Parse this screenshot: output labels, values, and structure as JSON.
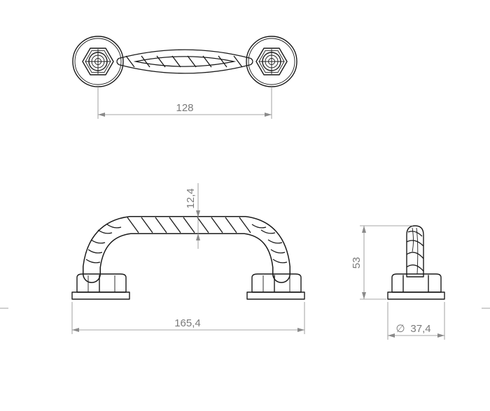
{
  "dimensions": {
    "center_distance": "128",
    "rope_diameter": "12,4",
    "overall_length": "165,4",
    "height": "53",
    "base_diameter_symbol": "∅",
    "base_diameter": "37,4"
  },
  "colors": {
    "line": "#1a1a1a",
    "dimension": "#8a8a8a",
    "background": "#ffffff"
  }
}
